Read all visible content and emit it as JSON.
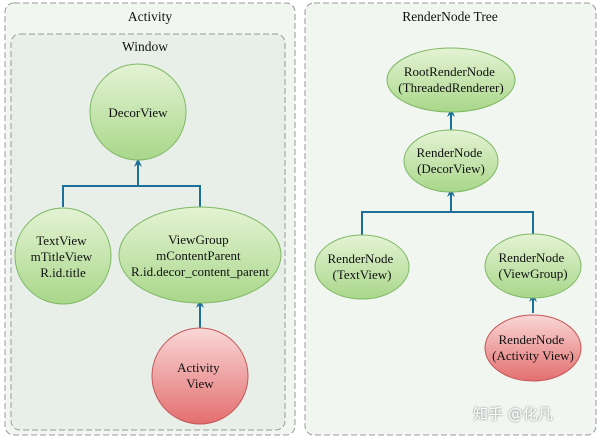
{
  "activity_panel": {
    "title": "Activity",
    "window": {
      "title": "Window",
      "decor_view": {
        "lines": [
          "DecorView"
        ]
      },
      "text_view": {
        "lines": [
          "TextView",
          "mTitleView",
          "R.id.title"
        ]
      },
      "view_group": {
        "lines": [
          "ViewGroup",
          "mContentParent",
          "R.id.decor_content_parent"
        ]
      },
      "activity_view": {
        "lines": [
          "Activity",
          "View"
        ]
      }
    }
  },
  "rendernode_panel": {
    "title": "RenderNode Tree",
    "root": {
      "lines": [
        "RootRenderNode",
        "(ThreadedRenderer)"
      ]
    },
    "decor": {
      "lines": [
        "RenderNode",
        "(DecorView)"
      ]
    },
    "text_view": {
      "lines": [
        "RenderNode",
        "(TextView)"
      ]
    },
    "view_group": {
      "lines": [
        "RenderNode",
        "(ViewGroup)"
      ]
    },
    "activity_view": {
      "lines": [
        "RenderNode",
        "(Activity View)"
      ]
    }
  },
  "watermark": "知乎 @化凡",
  "colors": {
    "green_fill_top": "#e4f3d4",
    "green_fill_bottom": "#a9d78a",
    "green_stroke": "#7fb864",
    "red_fill_top": "#f9d7d7",
    "red_fill_bottom": "#e46f6f",
    "red_stroke": "#c55757",
    "connector": "#1c6f98",
    "panel_fill": "#f1f6f1",
    "window_fill": "#e7efe8",
    "panel_border": "#9a9a9a"
  }
}
